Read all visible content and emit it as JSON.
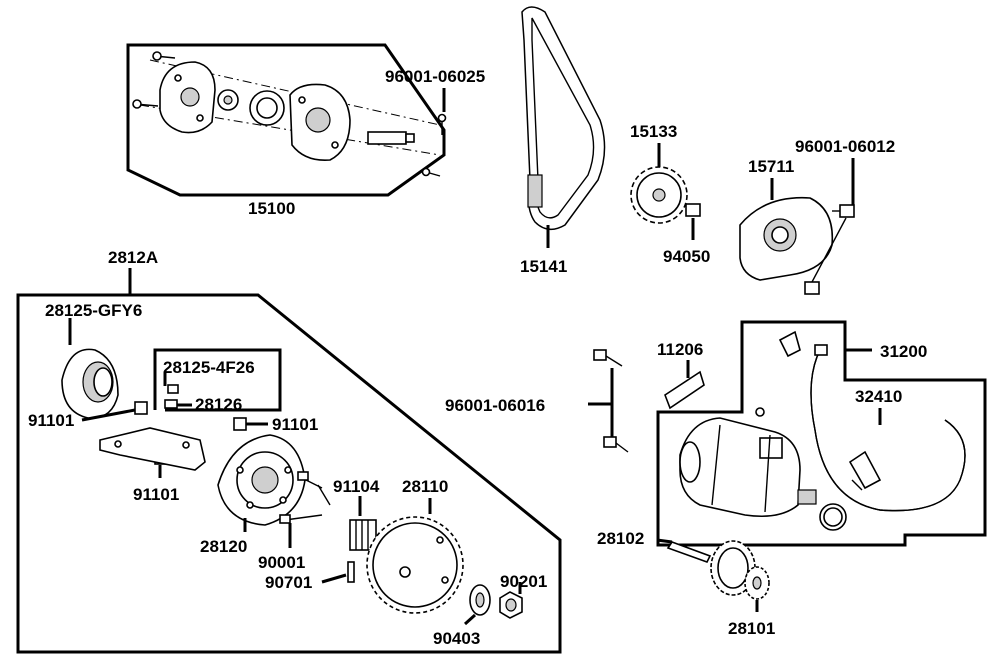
{
  "labels": {
    "p15100": "15100",
    "p96001_06025": "96001-06025",
    "p15133": "15133",
    "p96001_06012": "96001-06012",
    "p15711": "15711",
    "p15141": "15141",
    "p94050": "94050",
    "p2812A": "2812A",
    "p28125_GFY6": "28125-GFY6",
    "p28125_4F26": "28125-4F26",
    "p28126": "28126",
    "p91101_a": "91101",
    "p91101_b": "91101",
    "p91101_c": "91101",
    "p91104": "91104",
    "p28110": "28110",
    "p28120": "28120",
    "p90001": "90001",
    "p90701": "90701",
    "p90201": "90201",
    "p90403": "90403",
    "p11206": "11206",
    "p31200": "31200",
    "p32410": "32410",
    "p96001_06016": "96001-06016",
    "p28102": "28102",
    "p28101": "28101"
  }
}
